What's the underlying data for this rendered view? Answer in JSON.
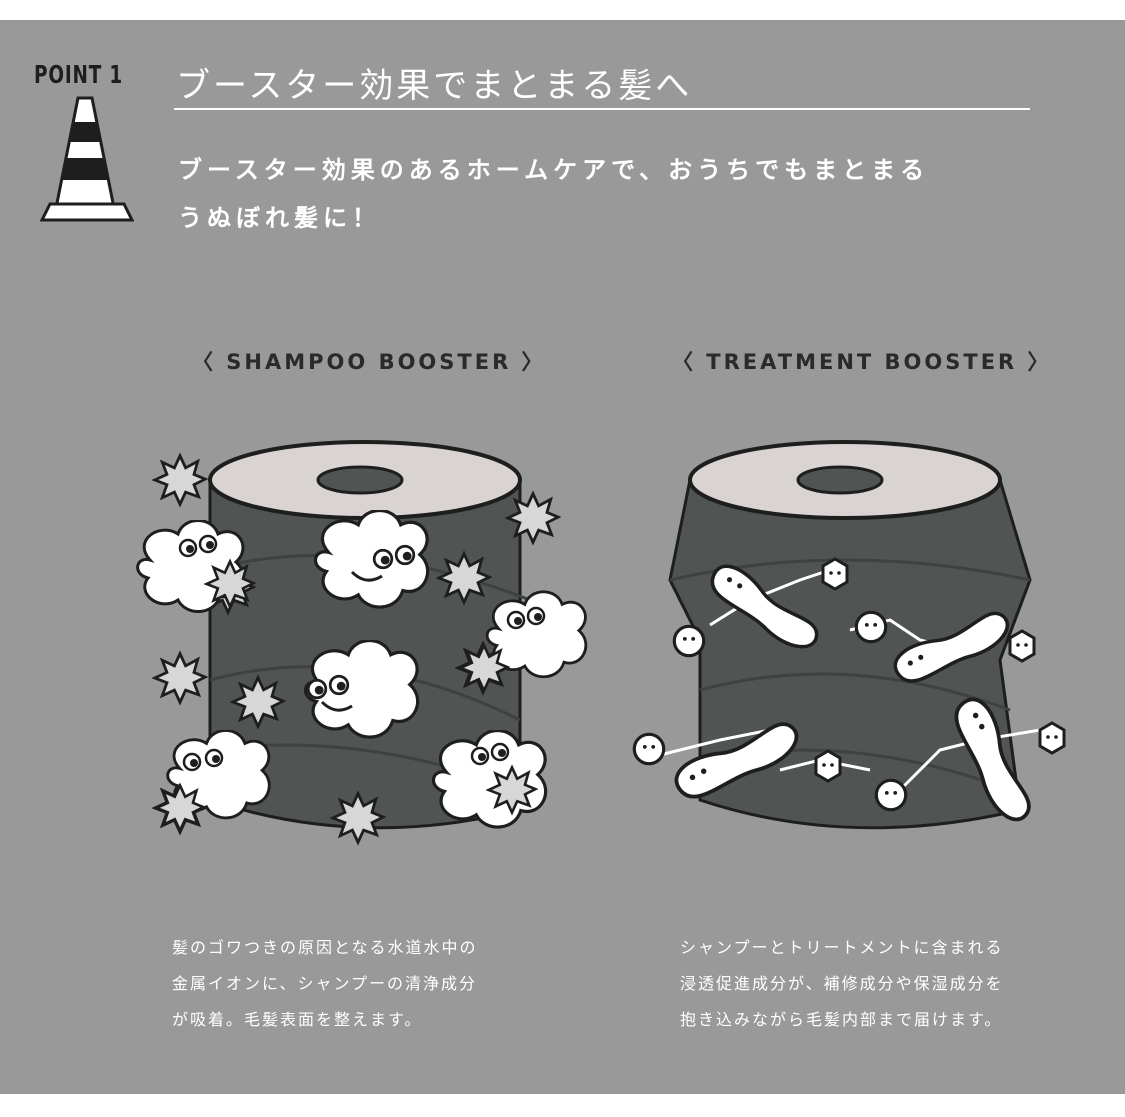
{
  "point": {
    "label": "POINT 1"
  },
  "headline": "ブースター効果でまとまる髪へ",
  "lead": {
    "line1": "ブースター効果のあるホームケアで、おうちでもまとまる",
    "line2": "うぬぼれ髪に！"
  },
  "shampoo": {
    "title": "〈 SHAMPOO BOOSTER 〉",
    "desc": [
      "髪のゴワつきの原因となる水道水中の",
      "金属イオンに、シャンプーの清浄成分",
      "が吸着。毛髪表面を整えます。"
    ]
  },
  "treatment": {
    "title": "〈 TREATMENT BOOSTER 〉",
    "desc": [
      "シャンプーとトリートメントに含まれる",
      "浸透促進成分が、補修成分や保湿成分を",
      "抱き込みながら毛髪内部まで届けます。"
    ]
  },
  "colors": {
    "panel": "#999999",
    "hair": "#505452",
    "top": "#d9d4d2",
    "text_dark": "#2a2a2a"
  },
  "icons": [
    "traffic-cone-icon"
  ]
}
